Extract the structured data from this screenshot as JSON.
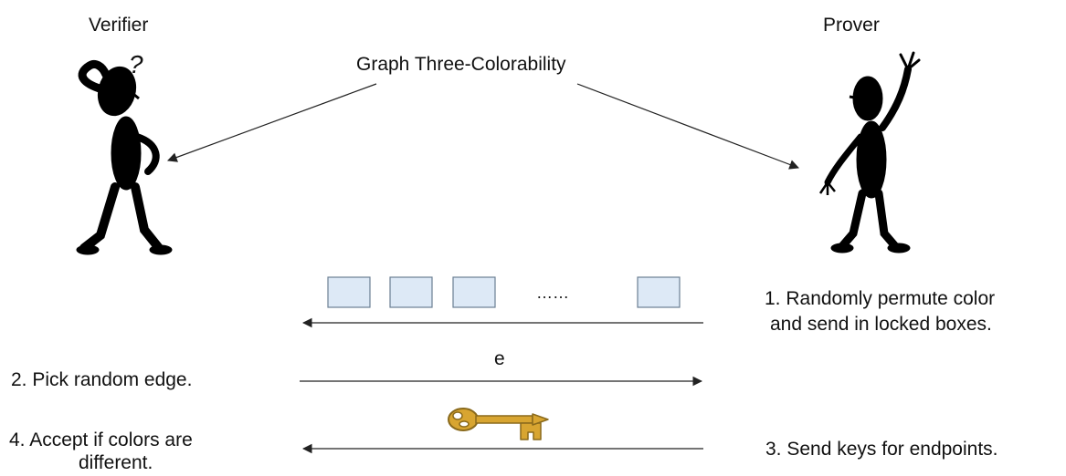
{
  "diagram": {
    "title": "Graph Three-Colorability",
    "verifier_label": "Verifier",
    "prover_label": "Prover",
    "ellipsis": "……",
    "edge_label": "e",
    "steps": {
      "step1_line1": "1. Randomly permute color",
      "step1_line2": "and send in locked boxes.",
      "step2": "2. Pick random edge.",
      "step3": "3. Send keys for endpoints.",
      "step4_line1": "4. Accept if colors are",
      "step4_line2": "different."
    },
    "verifier_question_mark": "?",
    "icons": [
      "verifier-figure-icon",
      "prover-figure-icon",
      "locked-box-icon",
      "key-icon"
    ],
    "colors": {
      "box_fill": "#dde9f6",
      "box_stroke": "#6b7f93",
      "figure": "#000000",
      "key_fill": "#d8a531",
      "key_outline": "#8a6a1c",
      "arrow": "#222222"
    }
  }
}
